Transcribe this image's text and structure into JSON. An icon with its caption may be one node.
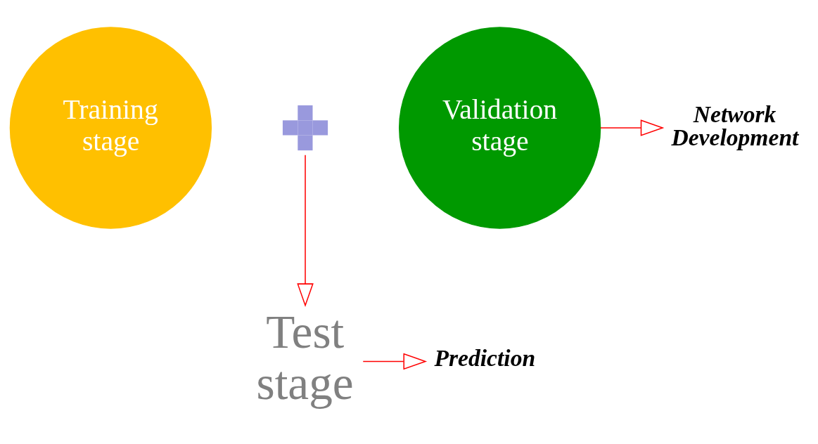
{
  "diagram": {
    "nodes": [
      {
        "text": [
          "Training stage"
        ]
      },
      {
        "text": [],
        "shape": "plus"
      },
      {
        "text": [
          "Validation stage"
        ]
      },
      {
        "text": [
          "Network Development"
        ]
      },
      {
        "text": [
          "Test stage"
        ]
      },
      {
        "text": [
          "Prediction"
        ]
      }
    ],
    "edges": [
      {
        "from": 2,
        "to": 3,
        "arrow": "to",
        "color": "#ff0000"
      },
      {
        "from": 1,
        "to": 4,
        "arrow": "to",
        "color": "#ff0000"
      },
      {
        "from": 4,
        "to": 5,
        "arrow": "to",
        "color": "#ff0000"
      }
    ]
  }
}
